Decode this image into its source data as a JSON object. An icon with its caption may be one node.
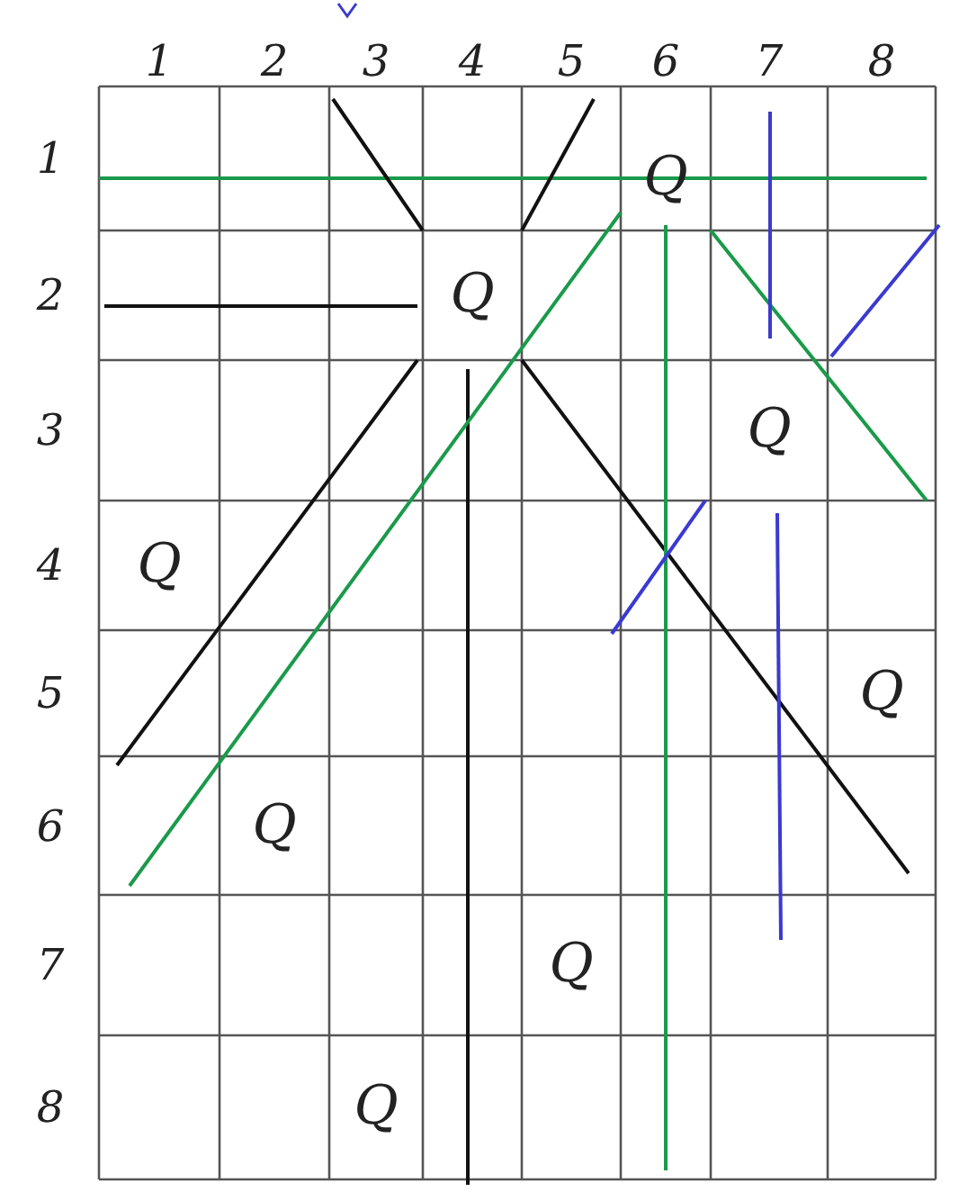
{
  "diagram": {
    "labels": [
      "1",
      "2",
      "3",
      "4",
      "5",
      "6",
      "7",
      "8",
      "1",
      "Q",
      "2",
      "Q",
      "3",
      "Q",
      "4",
      "Q",
      "5",
      "Q",
      "6",
      "Q",
      "7",
      "Q",
      "8",
      "Q"
    ]
  }
}
